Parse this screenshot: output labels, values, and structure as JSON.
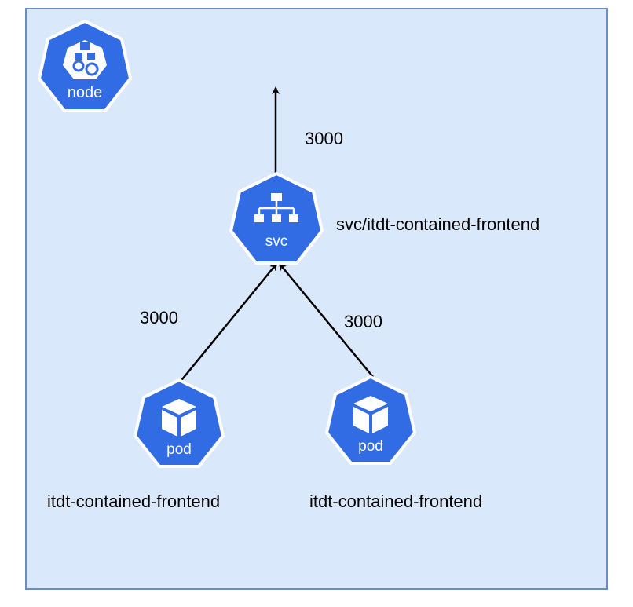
{
  "colors": {
    "background": "#dae8fc",
    "border": "#6c8ebf",
    "icon_fill": "#326ce5",
    "icon_outline": "#ffffff",
    "arrow": "#000000"
  },
  "node": {
    "icon": "node-icon",
    "label": "node"
  },
  "service": {
    "icon": "svc-icon",
    "label": "svc",
    "name": "svc/itdt-contained-frontend",
    "outbound_port": "3000"
  },
  "pods": [
    {
      "icon": "pod-icon",
      "label": "pod",
      "name": "itdt-contained-frontend",
      "port": "3000"
    },
    {
      "icon": "pod-icon",
      "label": "pod",
      "name": "itdt-contained-frontend",
      "port": "3000"
    }
  ]
}
